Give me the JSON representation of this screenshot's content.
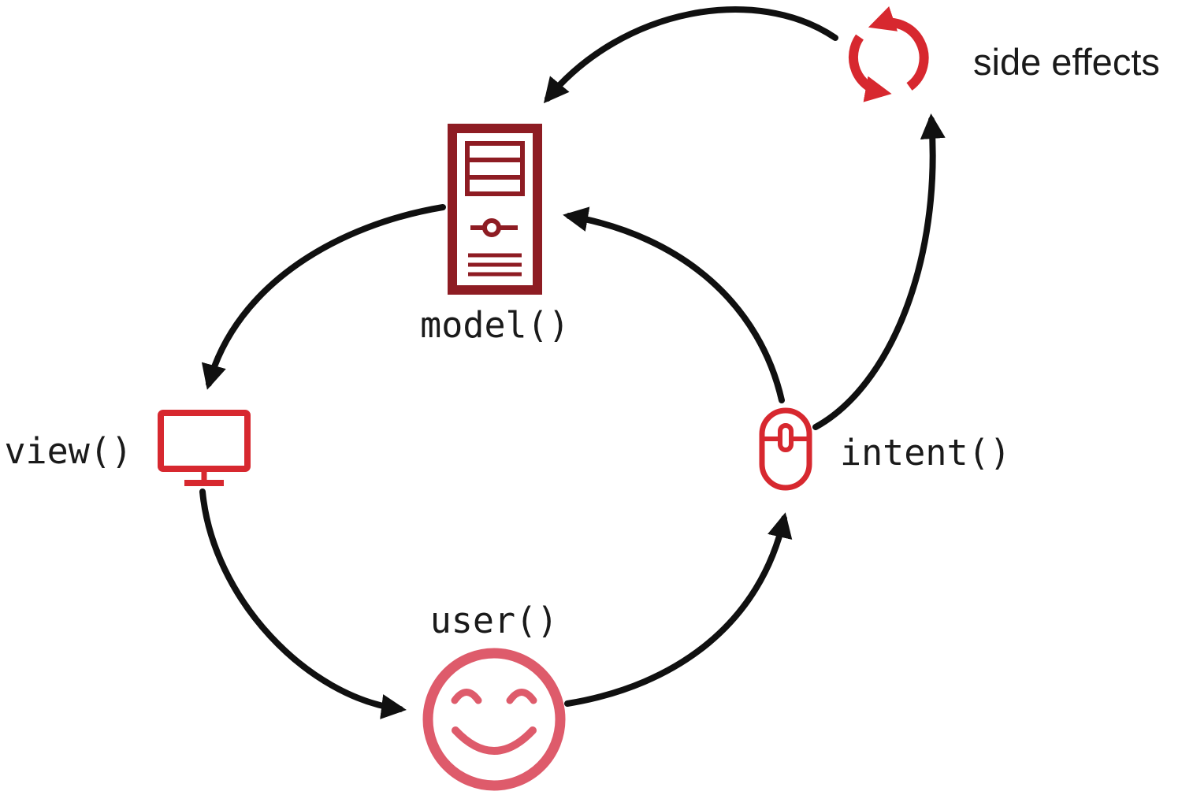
{
  "diagram": {
    "type": "cycle-diagram",
    "nodes": [
      {
        "id": "model",
        "label": "model()",
        "icon": "server-icon",
        "color": "#8e1c23"
      },
      {
        "id": "view",
        "label": "view()",
        "icon": "monitor-icon",
        "color": "#d7282f"
      },
      {
        "id": "user",
        "label": "user()",
        "icon": "smiley-face-icon",
        "color": "#de5b6b"
      },
      {
        "id": "intent",
        "label": "intent()",
        "icon": "mouse-icon",
        "color": "#d7282f"
      },
      {
        "id": "side_effects",
        "label": "side effects",
        "icon": "sync-icon",
        "color": "#d7282f"
      }
    ],
    "edges": [
      {
        "from": "side effects",
        "to": "model()"
      },
      {
        "from": "model()",
        "to": "view()"
      },
      {
        "from": "view()",
        "to": "user()"
      },
      {
        "from": "user()",
        "to": "intent()"
      },
      {
        "from": "intent()",
        "to": "model()"
      },
      {
        "from": "intent()",
        "to": "side effects"
      }
    ],
    "colors": {
      "arrow": "#101010",
      "text": "#1a1a1a",
      "background": "#ffffff"
    }
  }
}
